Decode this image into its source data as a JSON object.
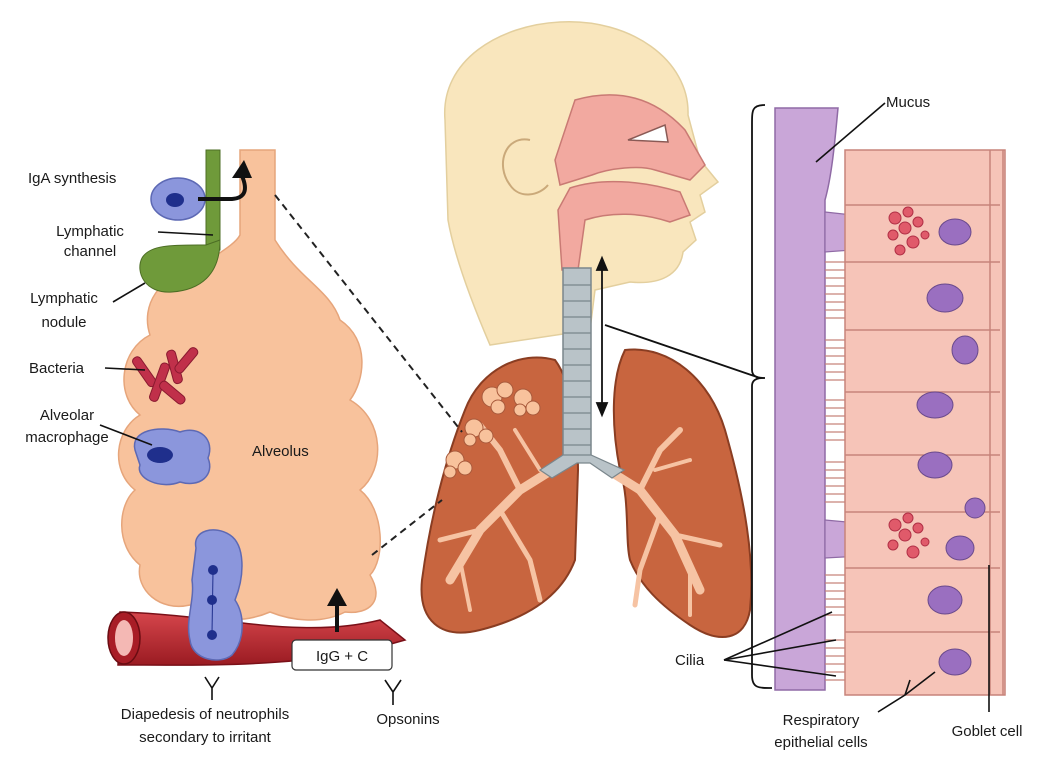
{
  "labels": {
    "iga_synthesis": "IgA synthesis",
    "lymphatic_channel_1": "Lymphatic",
    "lymphatic_channel_2": "channel",
    "lymphatic_nodule_1": "Lymphatic",
    "lymphatic_nodule_2": "nodule",
    "bacteria": "Bacteria",
    "alveolar_macrophage_1": "Alveolar",
    "alveolar_macrophage_2": "macrophage",
    "alveolus": "Alveolus",
    "igg_c": "IgG + C",
    "diapedesis_1": "Diapedesis of neutrophils",
    "diapedesis_2": "secondary to irritant",
    "opsonins": "Opsonins",
    "mucus": "Mucus",
    "cilia": "Cilia",
    "respiratory_1": "Respiratory",
    "respiratory_2": "epithelial cells",
    "goblet_cell": "Goblet cell"
  },
  "colors": {
    "alveolus_fill": "#f8c29c",
    "head_fill": "#f9e6bd",
    "airway_fill": "#f2a9a0",
    "lung_fill": "#c8653f",
    "trachea_ring": "#b9c3c8",
    "lymphatic_green": "#6f9a3a",
    "cell_blue": "#8b96dc",
    "nucleus_navy": "#1f2f8c",
    "vessel_red": "#c0242e",
    "bacteria_red": "#c0304a",
    "mucus_purple": "#c9a6d8",
    "epithelium_pink": "#f6c4b8",
    "nucleus_purple": "#9a6fc0"
  }
}
